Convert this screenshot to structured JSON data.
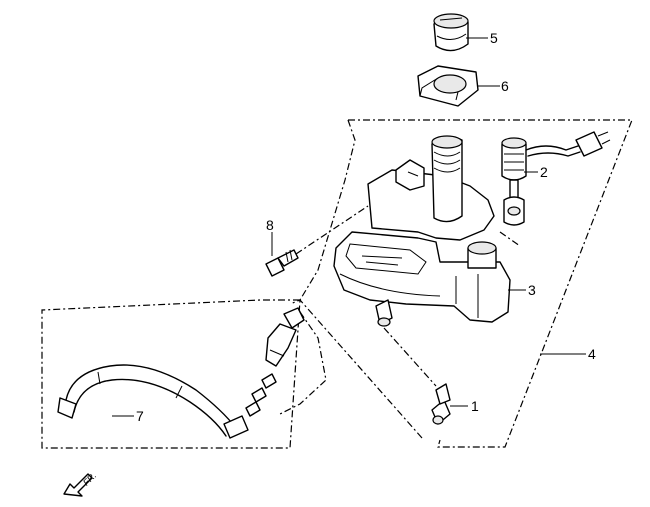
{
  "callouts": [
    {
      "id": "1",
      "text": "1"
    },
    {
      "id": "2",
      "text": "2"
    },
    {
      "id": "3",
      "text": "3"
    },
    {
      "id": "4",
      "text": "4"
    },
    {
      "id": "5",
      "text": "5"
    },
    {
      "id": "6",
      "text": "6"
    },
    {
      "id": "7",
      "text": "7"
    },
    {
      "id": "8",
      "text": "8"
    }
  ],
  "front_indicator": {
    "text": "FR.",
    "icon": "front-arrow-icon"
  }
}
